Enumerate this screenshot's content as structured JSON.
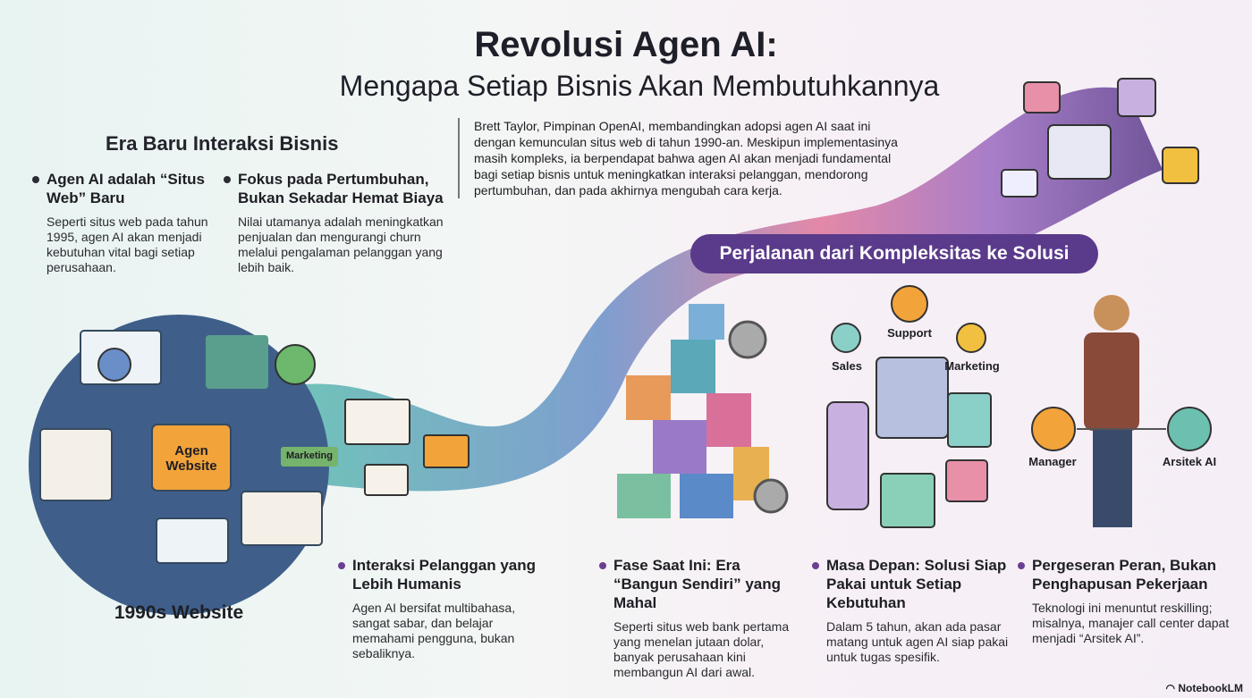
{
  "header": {
    "title": "Revolusi Agen AI:",
    "subtitle": "Mengapa Setiap Bisnis Akan Membutuhkannya"
  },
  "intro": {
    "heading": "Era Baru Interaksi Bisnis",
    "quote": "Brett Taylor, Pimpinan OpenAI, membandingkan adopsi agen AI saat ini dengan kemunculan situs web di tahun 1990-an. Meskipun implementasinya masih kompleks, ia berpendapat bahwa agen AI akan menjadi fundamental bagi setiap bisnis untuk meningkatkan interaksi pelanggan, mendorong pertumbuhan, dan pada akhirnya mengubah cara kerja."
  },
  "points": [
    {
      "title": "Agen AI adalah “Situs Web” Baru",
      "text": "Seperti situs web pada tahun 1995, agen AI akan menjadi kebutuhan vital bagi setiap perusahaan."
    },
    {
      "title": "Fokus pada Pertumbuhan, Bukan Sekadar Hemat Biaya",
      "text": "Nilai utamanya adalah meningkatkan penjualan dan mengurangi churn melalui pengalaman pelanggan yang lebih baik."
    },
    {
      "title": "Interaksi Pelanggan yang Lebih Humanis",
      "text": "Agen AI bersifat multibahasa, sangat sabar, dan belajar memahami pengguna, bukan sebaliknya."
    },
    {
      "title": "Fase Saat Ini: Era “Bangun Sendiri” yang Mahal",
      "text": "Seperti situs web bank pertama yang menelan jutaan dolar, banyak perusahaan kini membangun AI dari awal."
    },
    {
      "title": "Masa Depan: Solusi Siap Pakai untuk Setiap Kebutuhan",
      "text": "Dalam 5 tahun, akan ada pasar matang untuk agen AI siap pakai untuk tugas spesifik."
    },
    {
      "title": "Pergeseran Peran, Bukan Penghapusan Pekerjaan",
      "text": "Teknologi ini menuntut reskilling; misalnya, manajer call center dapat menjadi “Arsitek AI”."
    }
  ],
  "journey": {
    "label": "Perjalanan dari Kompleksitas ke Solusi"
  },
  "illustration": {
    "globe_center": "Agen Website",
    "marketing_tag": "Marketing",
    "globe_caption": "1990s Website",
    "dept_support": "Support",
    "dept_sales": "Sales",
    "dept_marketing": "Marketing",
    "role_from": "Manager",
    "role_to": "Arsitek AI"
  },
  "footer": {
    "brand": "NotebookLM"
  },
  "colors": {
    "accent": "#5a3a8a",
    "globe": "#3f5f8a"
  }
}
